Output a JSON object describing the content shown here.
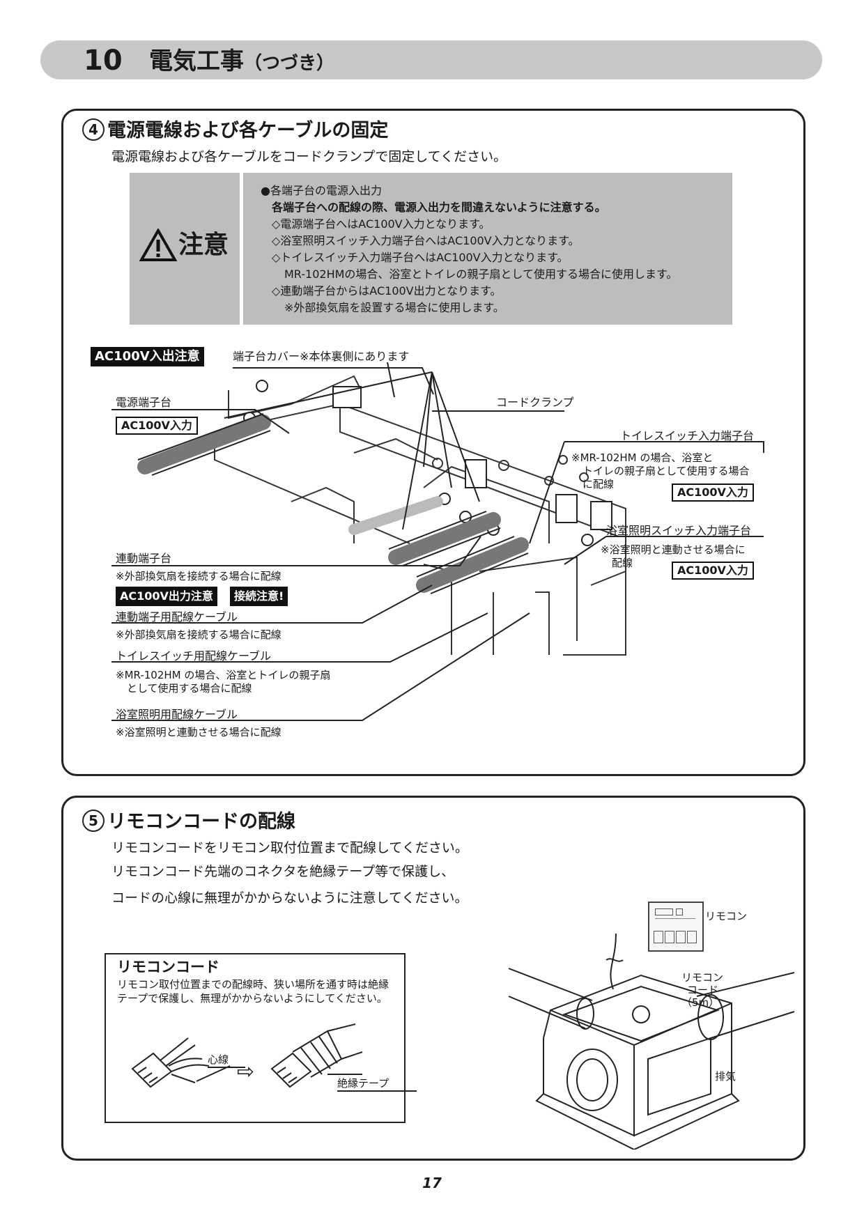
{
  "header": {
    "number": "10",
    "title": "電気工事",
    "subtitle": "（つづき）"
  },
  "section4": {
    "number": "4",
    "title": "電源電線および各ケーブルの固定",
    "lead": "電源電線および各ケーブルをコードクランプで固定してください。",
    "caution": {
      "label": "注意",
      "lines": [
        "●各端子台の電源入出力",
        "各端子台への配線の際、電源入出力を間違えないように注意する。",
        "◇電源端子台へはAC100V入力となります。",
        "◇浴室照明スイッチ入力端子台へはAC100V入力となります。",
        "◇トイレスイッチ入力端子台へはAC100V入力となります。",
        "MR-102HMの場合、浴室とトイレの親子扇として使用する場合に使用します。",
        "◇連動端子台からはAC100V出力となります。",
        "※外部換気扇を設置する場合に使用します。"
      ]
    },
    "diagram": {
      "io_warning_tag": "AC100V入出注意",
      "terminal_cover": "端子台カバー※本体裏側にあります",
      "power_terminal": "電源端子台",
      "power_terminal_tag": "AC100V入力",
      "cord_clamp": "コードクランプ",
      "toilet_terminal": "トイレスイッチ入力端子台",
      "toilet_terminal_note_1": "※MR-102HM の場合、浴室と",
      "toilet_terminal_note_2": "トイレの親子扇として使用する場合",
      "toilet_terminal_note_3": "に配線",
      "toilet_terminal_tag": "AC100V入力",
      "bath_terminal": "浴室照明スイッチ入力端子台",
      "bath_terminal_note_1": "※浴室照明と連動させる場合に",
      "bath_terminal_note_2": "配線",
      "bath_terminal_tag": "AC100V入力",
      "link_terminal": "連動端子台",
      "link_terminal_note": "※外部換気扇を接続する場合に配線",
      "link_terminal_tag_1": "AC100V出力注意",
      "link_terminal_tag_2": "接続注意!",
      "link_cable": "連動端子用配線ケーブル",
      "link_cable_note": "※外部換気扇を接続する場合に配線",
      "toilet_cable": "トイレスイッチ用配線ケーブル",
      "toilet_cable_note_1": "※MR-102HM の場合、浴室とトイレの親子扇",
      "toilet_cable_note_2": "として使用する場合に配線",
      "bath_cable": "浴室照明用配線ケーブル",
      "bath_cable_note": "※浴室照明と連動させる場合に配線"
    }
  },
  "section5": {
    "number": "5",
    "title": "リモコンコードの配線",
    "lead_1": "リモコンコードをリモコン取付位置まで配線してください。",
    "lead_2": "リモコンコード先端のコネクタを絶縁テープ等で保護し、",
    "lead_3": "コードの心線に無理がかからないように注意してください。",
    "box": {
      "title": "リモコンコード",
      "text_1": "リモコン取付位置までの配線時、狭い場所を通す時は絶縁",
      "text_2": "テープで保護し、無理がかからないようにしてください。",
      "core_label": "心線",
      "arrow": "⇨",
      "tape_label": "絶縁テープ"
    },
    "figure": {
      "remote_label": "リモコン",
      "cord_label_1": "リモコン",
      "cord_label_2": "コード",
      "cord_label_3": "（5m）",
      "exhaust_label": "排気"
    }
  },
  "page_number": "17"
}
